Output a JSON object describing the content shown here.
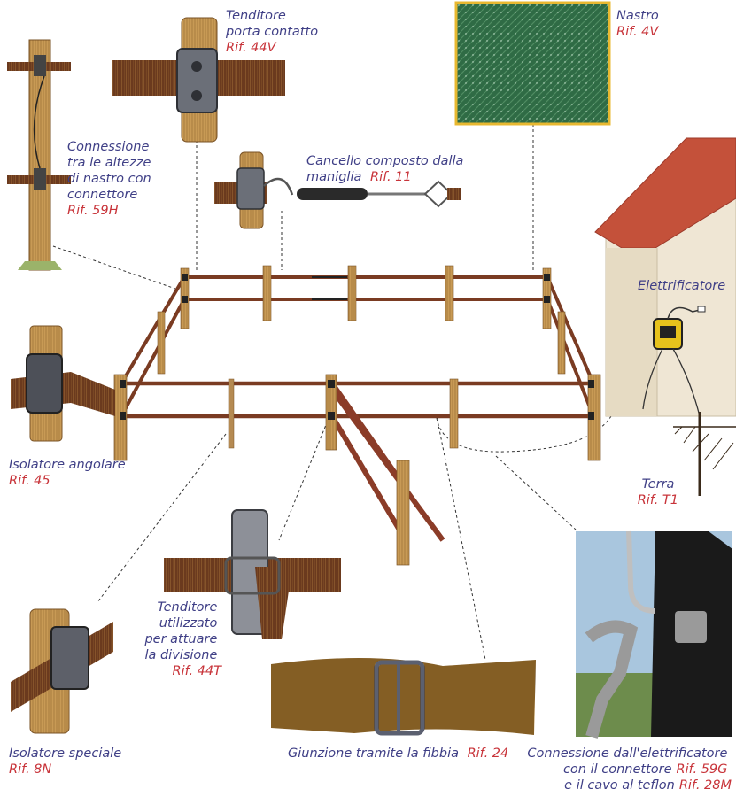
{
  "labels": {
    "tenditore_contatto": {
      "lines": [
        "Tenditore",
        "porta contatto"
      ],
      "ref": "Rif. 44V"
    },
    "nastro": {
      "lines": [
        "Nastro"
      ],
      "ref": "Rif. 4V"
    },
    "connessione_altezze": {
      "lines": [
        "Connessione",
        "tra le altezze",
        "di nastro con",
        "connettore"
      ],
      "ref": "Rif. 59H"
    },
    "cancello": {
      "line1": "Cancello composto dalla",
      "line2": "maniglia",
      "ref": "Rif. 11"
    },
    "elettrificatore": {
      "text": "Elettrificatore"
    },
    "isolatore_angolare": {
      "lines": [
        "Isolatore angolare"
      ],
      "ref": "Rif. 45"
    },
    "terra": {
      "lines": [
        "Terra"
      ],
      "ref": "Rif. T1"
    },
    "tenditore_divisione": {
      "lines": [
        "Tenditore",
        "utilizzato",
        "per attuare",
        "la divisione"
      ],
      "ref": "Rif. 44T"
    },
    "isolatore_speciale": {
      "lines": [
        "Isolatore speciale"
      ],
      "ref": "Rif. 8N"
    },
    "giunzione": {
      "text": "Giunzione tramite la fibbia",
      "ref": "Rif. 24"
    },
    "connessione_elettrificatore": {
      "line1": "Connessione dall'elettrificatore",
      "line2_text": "con il connettore",
      "line2_ref": "Rif. 59G",
      "line3_text": "e il cavo al teflon",
      "line3_ref": "Rif. 28M"
    }
  },
  "colors": {
    "label_text": "#3f3f86",
    "reference": "#c8343a",
    "tape": "#7a3b22",
    "post": "#c89a55",
    "roof": "#c4513a",
    "wall": "#efe6d4",
    "nastro_green": "#2f6b45",
    "nastro_frame": "#e8b830"
  }
}
